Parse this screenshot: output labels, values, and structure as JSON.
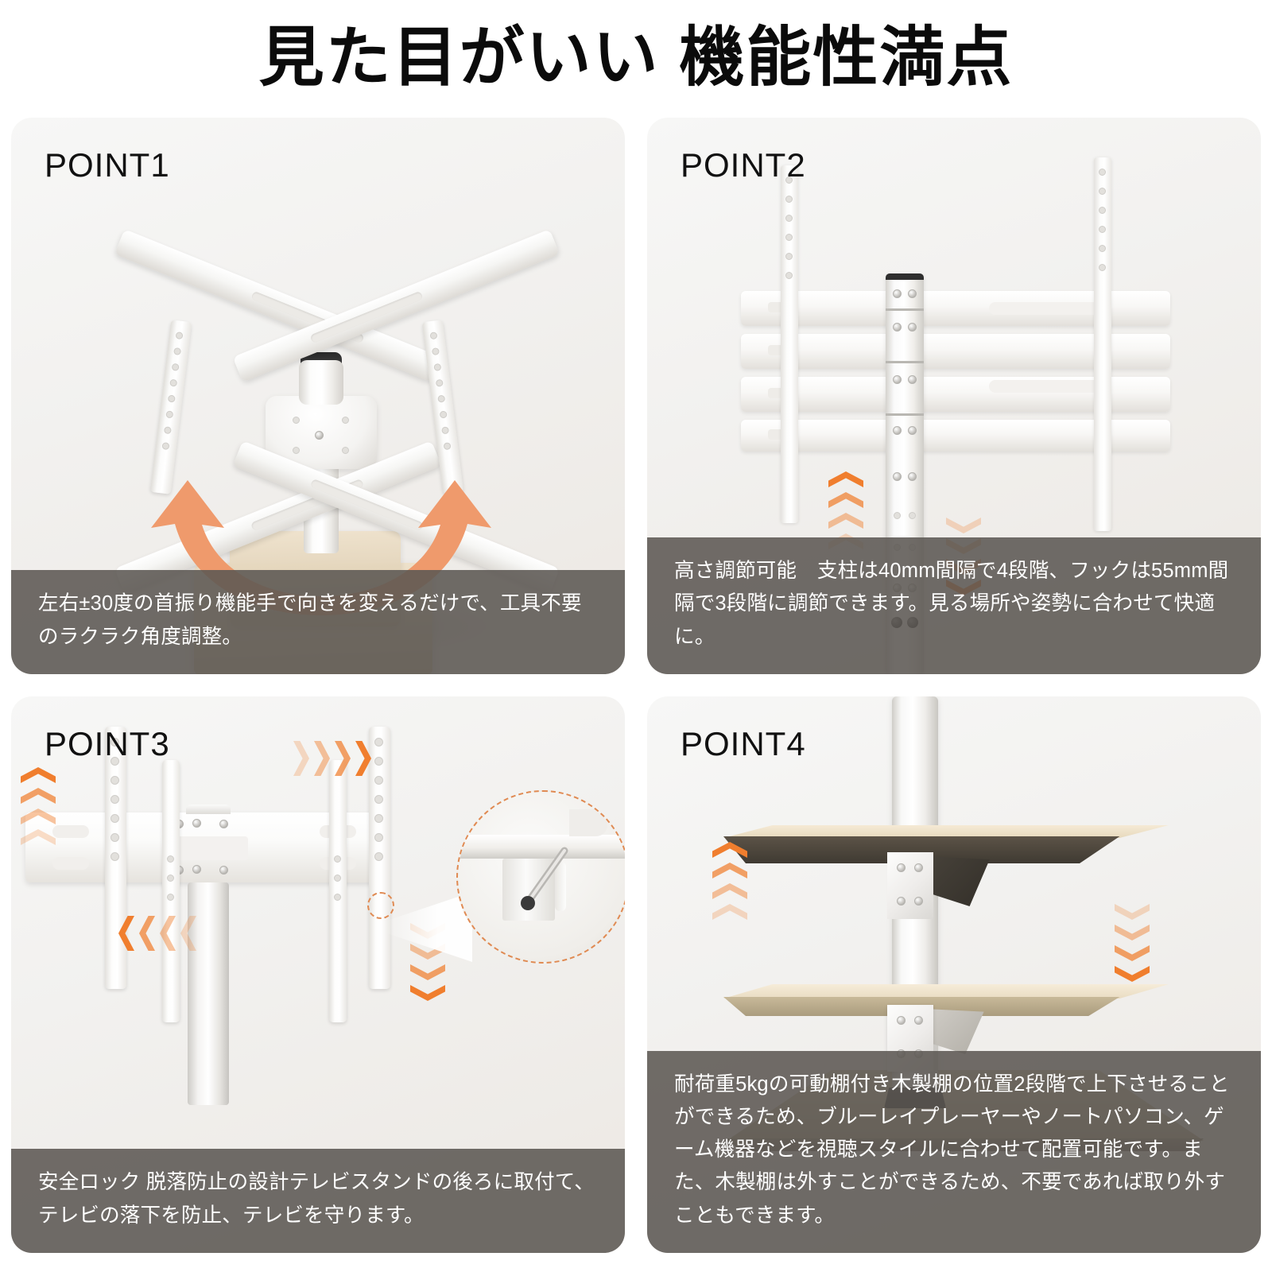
{
  "title": "見た目がいい 機能性満点",
  "accent_color": "#f07e2e",
  "arrow_arc_color": "#ef9a6c",
  "caption_bg": "#5c5853",
  "card_bg": "#f2f1ef",
  "points": [
    {
      "label": "POINT1",
      "caption": "左右±30度の首振り機能手で向きを変えるだけで、工具不要のラクラク角度調整。",
      "illustration": "tv-mount-swivel-bracket-on-wood-base-with-curved-double-arrow"
    },
    {
      "label": "POINT2",
      "caption": "高さ調節可能　支柱は40mm間隔で4段階、フックは55mm間隔で3段階に調節できます。見る場所や姿勢に合わせて快適に。",
      "illustration": "height-adjustable-column-with-up-and-down-chevrons"
    },
    {
      "label": "POINT3",
      "caption": "安全ロック 脱落防止の設計テレビスタンドの後ろに取付て、テレビの落下を防止、テレビを守ります。",
      "illustration": "safety-lock-bracket-with-magnified-pin-detail"
    },
    {
      "label": "POINT4",
      "caption": "耐荷重5kgの可動棚付き木製棚の位置2段階で上下させることができるため、ブルーレイプレーヤーやノートパソコン、ゲーム機器などを視聴スタイルに合わせて配置可能です。また、木製棚は外すことができるため、不要であれば取り外すこともできます。",
      "illustration": "two-wooden-shelves-on-column-with-up-down-chevrons"
    }
  ]
}
